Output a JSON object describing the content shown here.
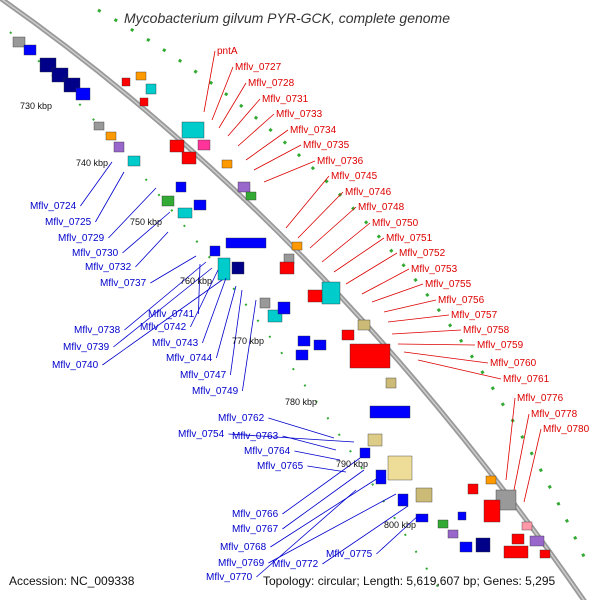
{
  "title": "Mycobacterium gilvum PYR-GCK, complete genome",
  "accession": "Accession: NC_009338",
  "summary": "Topology: circular; Length: 5,619,607 bp; Genes: 5,295",
  "colors": {
    "backbone": "#999999",
    "forward_label": "#dd0000",
    "reverse_label": "#0000cc",
    "cds_forward": "#ff0000",
    "cds_reverse": "#0000ff",
    "rrna": "#00cccc",
    "trna": "#ff9900",
    "misc": "#9966cc",
    "other": "#999999",
    "gc_skew": "#33aa33"
  },
  "kbp_ticks": [
    "730 kbp",
    "740 kbp",
    "750 kbp",
    "760 kbp",
    "770 kbp",
    "780 kbp",
    "790 kbp",
    "800 kbp"
  ],
  "forward_labels": [
    "pntA",
    "Mflv_0727",
    "Mflv_0728",
    "Mflv_0731",
    "Mflv_0733",
    "Mflv_0734",
    "Mflv_0735",
    "Mflv_0736",
    "Mflv_0745",
    "Mflv_0746",
    "Mflv_0748",
    "Mflv_0750",
    "Mflv_0751",
    "Mflv_0752",
    "Mflv_0753",
    "Mflv_0755",
    "Mflv_0756",
    "Mflv_0757",
    "Mflv_0758",
    "Mflv_0759",
    "Mflv_0760",
    "Mflv_0761",
    "Mflv_0776",
    "Mflv_0778",
    "Mflv_0780"
  ],
  "reverse_labels": [
    "Mflv_0724",
    "Mflv_0725",
    "Mflv_0729",
    "Mflv_0730",
    "Mflv_0732",
    "Mflv_0737",
    "Mflv_0741",
    "Mflv_0738",
    "Mflv_0742",
    "Mflv_0739",
    "Mflv_0743",
    "Mflv_0740",
    "Mflv_0744",
    "Mflv_0747",
    "Mflv_0749",
    "Mflv_0762",
    "Mflv_0754",
    "Mflv_0763",
    "Mflv_0764",
    "Mflv_0765",
    "Mflv_0766",
    "Mflv_0767",
    "Mflv_0768",
    "Mflv_0769",
    "Mflv_0772",
    "Mflv_0775",
    "Mflv_0770"
  ]
}
